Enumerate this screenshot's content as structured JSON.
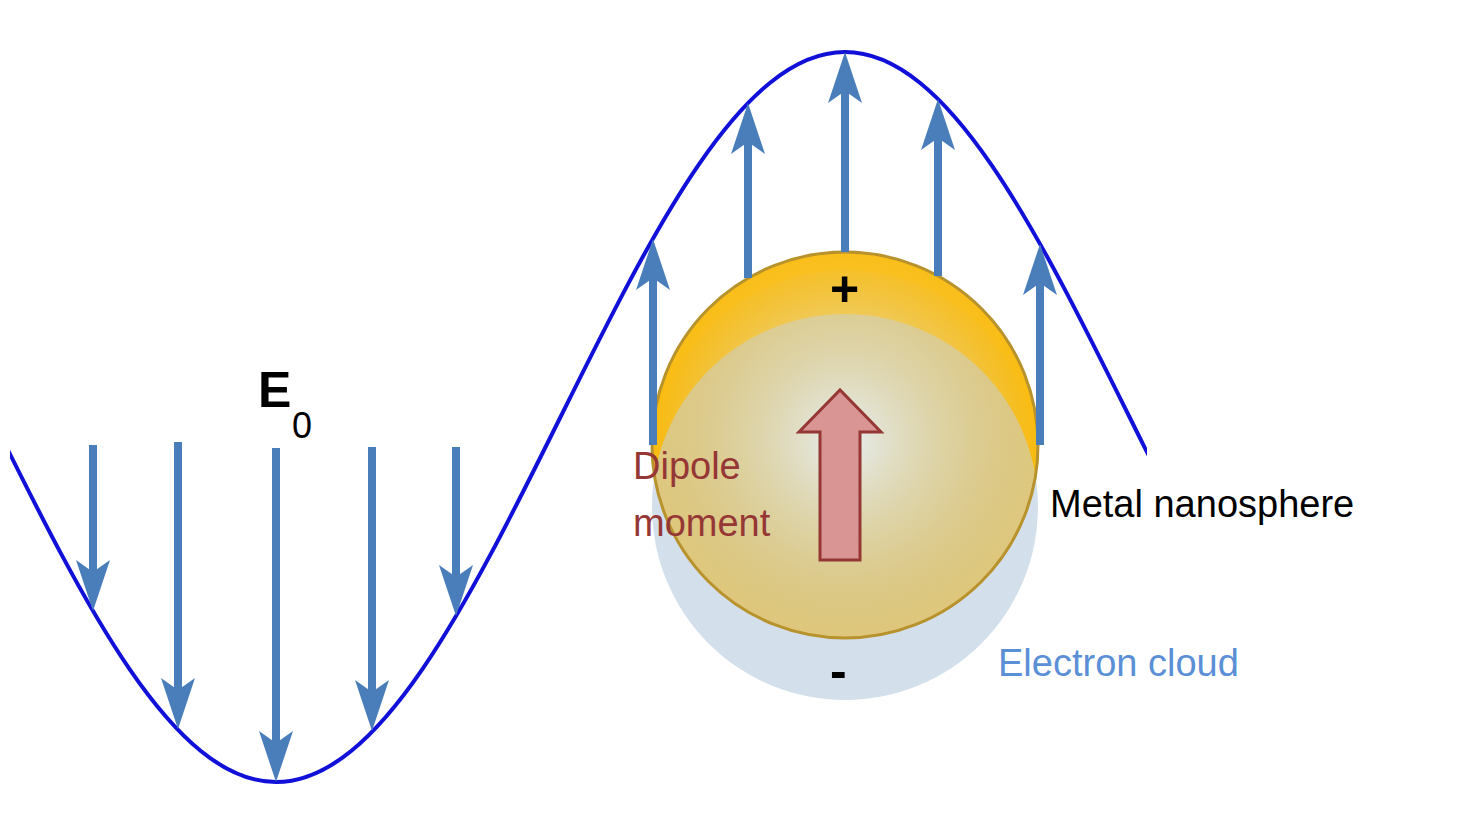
{
  "diagram": {
    "labels": [
      "E",
      "0",
      "+",
      "Dipole moment",
      "-",
      "Metal nanosphere",
      "Electron cloud"
    ]
  }
}
